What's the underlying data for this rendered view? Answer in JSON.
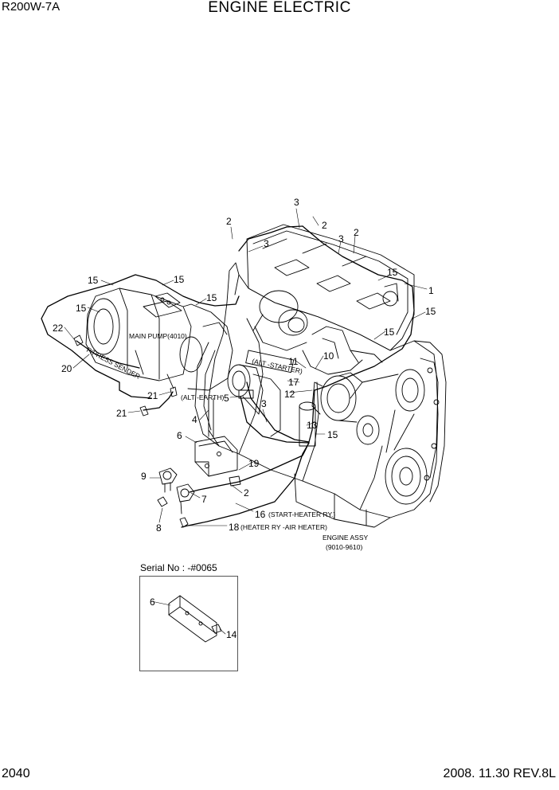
{
  "header": {
    "model": "R200W-7A",
    "title": "ENGINE ELECTRIC"
  },
  "footer": {
    "page": "2040",
    "revision": "2008. 11.30  REV.8L"
  },
  "labels": {
    "main_pump": "MAIN PUMP(4010)",
    "p_press_sender": "P/PRESS SENDER",
    "alt_starter": "(ALT -STARTER)",
    "alt_earth": "(ALT -EARTH)",
    "start_heater": "(START-HEATER RY.)",
    "heater_air": "(HEATER RY -AIR HEATER)",
    "engine_assy": "ENGINE ASSY",
    "engine_assy_code": "(9010-9610)"
  },
  "inset": {
    "serial": "Serial No : -#0065"
  },
  "callouts": [
    "1",
    "2",
    "3",
    "4",
    "5",
    "6",
    "7",
    "8",
    "9",
    "10",
    "11",
    "12",
    "13",
    "14",
    "15",
    "16",
    "17",
    "18",
    "19",
    "20",
    "21",
    "22"
  ]
}
